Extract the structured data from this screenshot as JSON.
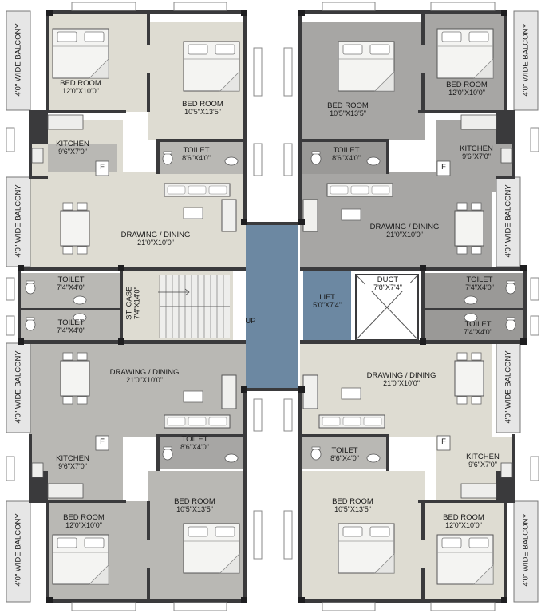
{
  "colors": {
    "floor_light": "#dedcd2",
    "floor_dark": "#a7a6a4",
    "floor_mid": "#b9b8b4",
    "wall": "#3a3a3c",
    "lobby": "#6c88a2",
    "balcony": "#e6e6e6"
  },
  "labels": {
    "bedroom_tl_small": {
      "title": "BED ROOM",
      "dim": "12'0\"X10'0\""
    },
    "bedroom_tl_large": {
      "title": "BED ROOM",
      "dim": "10'5\"X13'5\""
    },
    "bedroom_tr_large": {
      "title": "BED ROOM",
      "dim": "10'5\"X13'5\""
    },
    "bedroom_tr_small": {
      "title": "BED ROOM",
      "dim": "12'0\"X10'0\""
    },
    "kitchen_tl": {
      "title": "KITCHEN",
      "dim": "9'6\"X7'0\""
    },
    "kitchen_tr": {
      "title": "KITCHEN",
      "dim": "9'6\"X7'0\""
    },
    "toilet_tl": {
      "title": "TOILET",
      "dim": "8'6\"X4'0\""
    },
    "toilet_tr": {
      "title": "TOILET",
      "dim": "8'6\"X4'0\""
    },
    "drawing_tl": {
      "title": "DRAWING / DINING",
      "dim": "21'0\"X10'0\""
    },
    "drawing_tr": {
      "title": "DRAWING / DINING",
      "dim": "21'0\"X10'0\""
    },
    "toilet_ml_top": {
      "title": "TOILET",
      "dim": "7'4\"X4'0\""
    },
    "toilet_ml_bot": {
      "title": "TOILET",
      "dim": "7'4\"X4'0\""
    },
    "toilet_mr_top": {
      "title": "TOILET",
      "dim": "7'4\"X4'0\""
    },
    "toilet_mr_bot": {
      "title": "TOILET",
      "dim": "7'4\"X4'0\""
    },
    "stair": {
      "title": "ST. CASE",
      "dim": "7'4\"X14'0\""
    },
    "up": {
      "title": "UP"
    },
    "lift": {
      "title": "LIFT",
      "dim": "5'0\"X7'4\""
    },
    "duct": {
      "title": "DUCT",
      "dim": "7'8\"X7'4\""
    },
    "drawing_bl": {
      "title": "DRAWING / DINING",
      "dim": "21'0\"X10'0\""
    },
    "drawing_br": {
      "title": "DRAWING / DINING",
      "dim": "21'0\"X10'0\""
    },
    "toilet_bl": {
      "title": "TOILET",
      "dim": "8'6\"X4'0\""
    },
    "toilet_br": {
      "title": "TOILET",
      "dim": "8'6\"X4'0\""
    },
    "kitchen_bl": {
      "title": "KITCHEN",
      "dim": "9'6\"X7'0\""
    },
    "kitchen_br": {
      "title": "KITCHEN",
      "dim": "9'6\"X7'0\""
    },
    "bedroom_bl_small": {
      "title": "BED ROOM",
      "dim": "12'0\"X10'0\""
    },
    "bedroom_bl_large": {
      "title": "BED ROOM",
      "dim": "10'5\"X13'5\""
    },
    "bedroom_br_large": {
      "title": "BED ROOM",
      "dim": "10'5\"X13'5\""
    },
    "bedroom_br_small": {
      "title": "BED ROOM",
      "dim": "12'0\"X10'0\""
    }
  },
  "balconies": {
    "tl": "4'0\" WIDE BALCONY",
    "tr": "4'0\" WIDE BALCONY",
    "ml_top": "4'0\" WIDE BALCONY",
    "mr_top": "4'0\" WIDE BALCONY",
    "ml_bot": "4'0\" WIDE BALCONY",
    "mr_bot": "4'0\" WIDE BALCONY",
    "bl": "4'0\" WIDE BALCONY",
    "br": "4'0\" WIDE BALCONY"
  },
  "fridge_letter": "F"
}
